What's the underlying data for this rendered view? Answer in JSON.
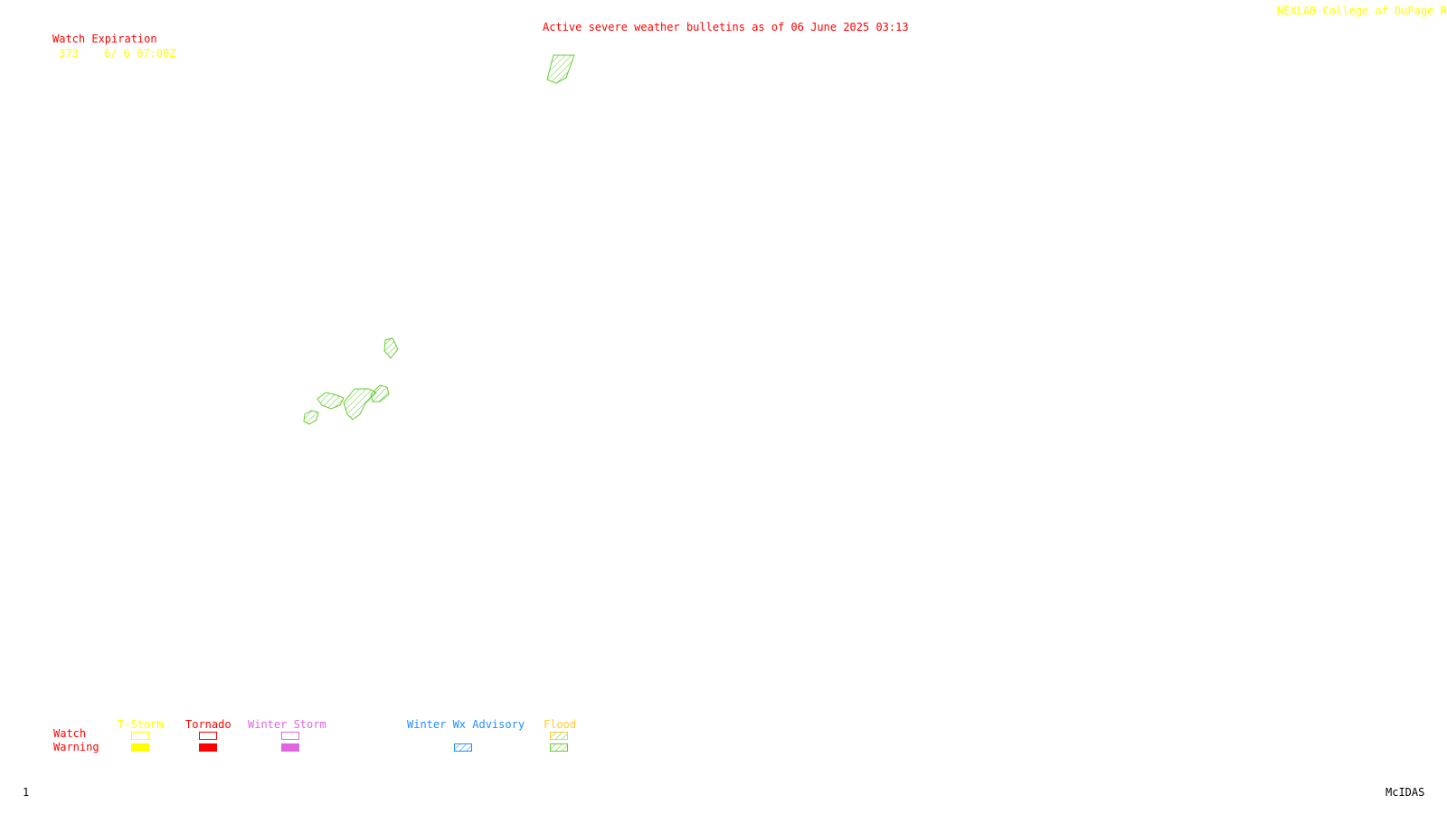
{
  "header": {
    "bulletin_title": "Active severe weather bulletins as of 06 June 2025 03:13",
    "credit": "NEXLAB-College of DuPage R"
  },
  "watch_expiration": {
    "heading": "Watch Expiration",
    "entries": [
      {
        "number": "373",
        "expires": "6/ 6 07:00Z"
      }
    ]
  },
  "legend": {
    "row_labels": {
      "watch": "Watch",
      "warning": "Warning"
    },
    "columns": [
      {
        "label": "T-Storm",
        "color": "#ffff00",
        "watch_style": "outline",
        "warning_style": "filled"
      },
      {
        "label": "Tornado",
        "color": "#ff0000",
        "watch_style": "outline",
        "warning_style": "filled"
      },
      {
        "label": "Winter Storm",
        "color": "#e066e0",
        "watch_style": "outline",
        "warning_style": "filled"
      },
      {
        "label": "Winter Wx Advisory",
        "color": "#1e90ff",
        "watch_style": "none",
        "warning_style": "hatched"
      },
      {
        "label": "Flood",
        "color": "#66cc33",
        "watch_style": "hatched",
        "warning_style": "hatched"
      }
    ]
  },
  "map": {
    "flood_warning_color": "#66cc33",
    "flood_warning_areas": 6
  },
  "footer": {
    "frame_number": "1",
    "software": "McIDAS"
  }
}
